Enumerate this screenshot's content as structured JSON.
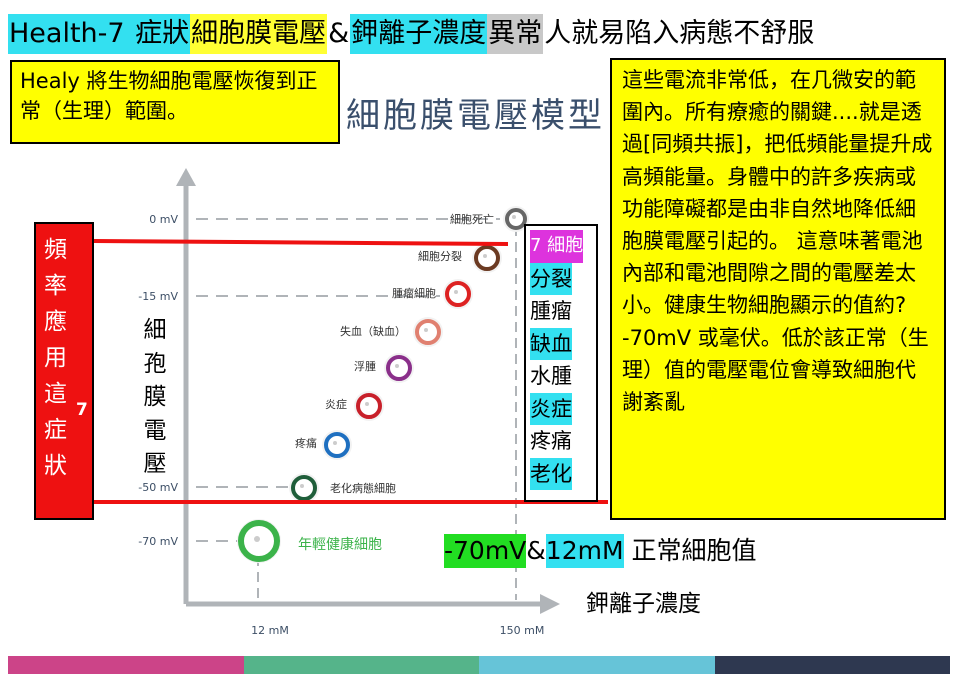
{
  "header": {
    "segments": [
      {
        "text": "Health-7 ",
        "bg": "#33e0f0"
      },
      {
        "text": "症狀",
        "bg": "#33e0f0"
      },
      {
        "text": "細胞膜電壓",
        "bg": "#ffff33"
      },
      {
        "text": "&",
        "bg": ""
      },
      {
        "text": "鉀離子濃度",
        "bg": "#33e0f0"
      },
      {
        "text": "異常",
        "bg": "#c8c8c8"
      },
      {
        "text": "人就易陷入病態不舒服",
        "bg": ""
      }
    ]
  },
  "healy_note": "Healy  將生物細胞電壓恢復到正常（生理）範圍。",
  "model_title": "細胞膜電壓模型",
  "info_text": "這些電流非常低，在几微安的範圍內。所有療癒的關鍵....就是透過[同頻共振]，把低頻能量提升成高頻能量。身體中的許多疾病或功能障礙都是由非自然地降低細胞膜電壓引起的。 這意味著電池內部和電池間隙之間的電壓差太小。健康生物細胞顯示的值約?   -70mV  或毫伏。低於該正常（生理）值的電壓電位會導致細胞代謝紊亂",
  "freq_label": "頻率應用這症狀",
  "freq_number": "7",
  "membrane_label": "細孢膜電壓",
  "symptoms": [
    {
      "text": "7 細胞",
      "bg": "#dd33dd"
    },
    {
      "text": "分裂",
      "bg": "#33e0f0"
    },
    {
      "text": "腫瘤",
      "bg": ""
    },
    {
      "text": "缺血",
      "bg": "#33e0f0"
    },
    {
      "text": "水腫",
      "bg": ""
    },
    {
      "text": "炎症",
      "bg": "#33e0f0"
    },
    {
      "text": "疼痛",
      "bg": ""
    },
    {
      "text": "老化",
      "bg": "#33e0f0"
    }
  ],
  "normal_value": {
    "mv": "-70mV",
    "amp": "&",
    "mm": "12mM",
    "label": " 正常細胞值"
  },
  "x_axis_title": "鉀離子濃度",
  "diagram": {
    "y_ticks": [
      "0 mV",
      "-15 mV",
      "-50 mV",
      "-70 mV"
    ],
    "x_ticks": [
      "12 mM",
      "150 mM"
    ],
    "cells": [
      {
        "label": "年輕健康細胞",
        "color": "#3bb34a"
      },
      {
        "label": "老化病態細胞",
        "color": "#1f5e3a"
      },
      {
        "label": "疼痛",
        "color": "#1e6fc0"
      },
      {
        "label": "炎症",
        "color": "#c8202a"
      },
      {
        "label": "浮腫",
        "color": "#8a2f8a"
      },
      {
        "label": "失血（缺血）",
        "color": "#e08070"
      },
      {
        "label": "腫瘤細胞",
        "color": "#dd2222"
      },
      {
        "label": "細胞分裂",
        "color": "#6b3a22"
      },
      {
        "label": "細胞死亡",
        "color": "#666666"
      }
    ]
  },
  "footer_colors": [
    "#cc4488",
    "#55b48a",
    "#66c4d8",
    "#2e3850"
  ]
}
